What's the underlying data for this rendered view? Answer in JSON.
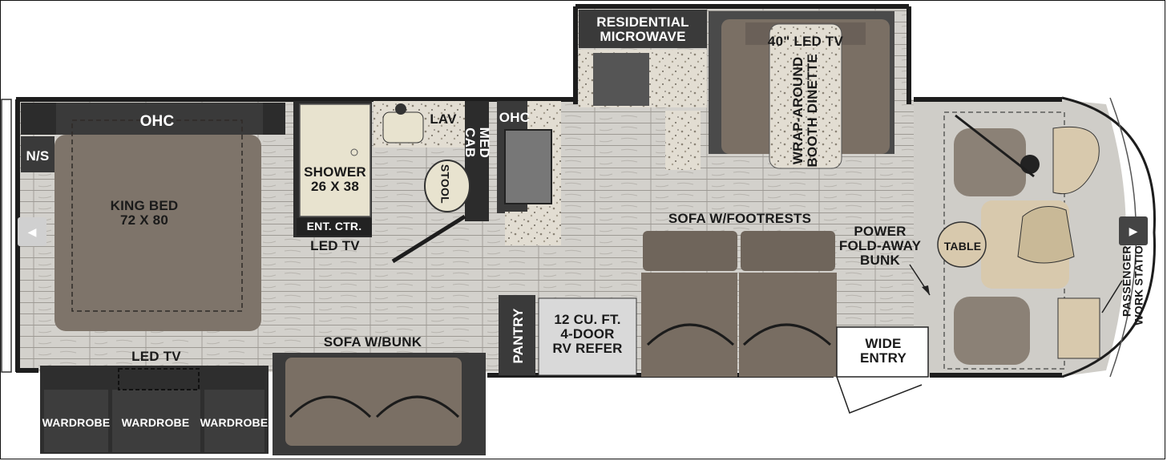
{
  "floorplan": {
    "labels": {
      "ohc_bed": "OHC",
      "ns": "N/S",
      "king_bed": "KING BED\n72 X 80",
      "led_tv_bed": "LED TV",
      "wardrobe_1": "WARDROBE",
      "wardrobe_2": "WARDROBE",
      "wardrobe_3": "WARDROBE",
      "shower": "SHOWER\n26 X 38",
      "ent_ctr": "ENT. CTR.",
      "led_tv_bath": "LED TV",
      "lav": "LAV",
      "stool": "STOOL",
      "med_cab": "MED CAB",
      "ohc_kitchen": "OHC",
      "residential_microwave": "RESIDENTIAL\nMICROWAVE",
      "led_tv_40": "40\" LED TV",
      "dinette": "WRAP-AROUND\nBOOTH DINETTE",
      "sofa_footrests": "SOFA W/FOOTRESTS",
      "sofa_bunk": "SOFA W/BUNK",
      "pantry": "PANTRY",
      "refer": "12 CU. FT.\n4-DOOR\nRV REFER",
      "wide_entry": "WIDE\nENTRY",
      "power_bunk": "POWER\nFOLD-AWAY\nBUNK",
      "table": "TABLE",
      "passenger_station": "PASSENGER\nWORK STATION"
    },
    "nav": {
      "prev": "◀",
      "next": "▶"
    },
    "colors": {
      "floor": "#c9c7c2",
      "dark_cabinet": "#3b3b3b",
      "bed": "#7c7267",
      "sofa": "#74695f",
      "counter": "#d9d2c3",
      "cab_seat": "#d6c8ae"
    }
  }
}
